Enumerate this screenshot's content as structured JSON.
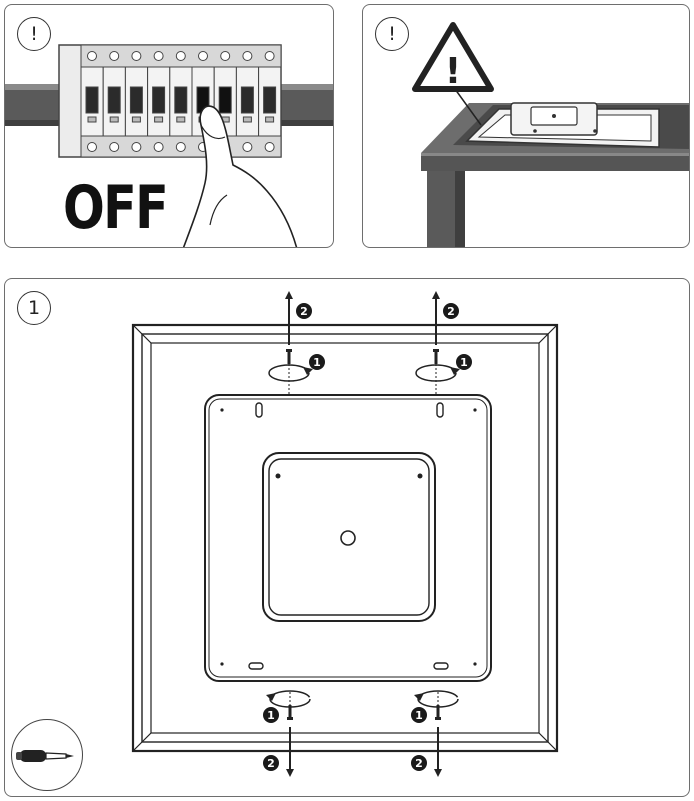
{
  "panel_off": {
    "badge": "!",
    "label": "OFF"
  },
  "panel_table": {
    "badge": "!",
    "warning_symbol": "!"
  },
  "panel_removal": {
    "badge": "1",
    "step_unscrew": "1",
    "step_pull": "2"
  },
  "icons": [
    "circuit-breaker-icon",
    "hand-icon",
    "warning-triangle-icon",
    "table-icon",
    "screwdriver-icon",
    "screw-icon",
    "rotate-arrow-icon",
    "pull-arrow-icon"
  ]
}
